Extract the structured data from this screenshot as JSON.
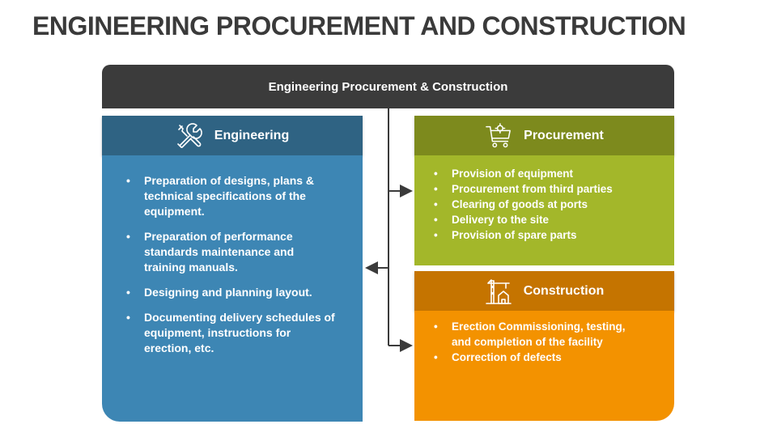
{
  "page": {
    "title": "ENGINEERING PROCUREMENT AND CONSTRUCTION"
  },
  "header": {
    "label": "Engineering Procurement & Construction"
  },
  "engineering": {
    "label": "Engineering",
    "icon": "tools-icon",
    "items": [
      "Preparation of designs, plans & technical specifications of the equipment.",
      "Preparation of performance standards maintenance and training manuals.",
      "Designing and planning layout.",
      "Documenting delivery schedules of equipment, instructions for erection, etc."
    ]
  },
  "procurement": {
    "label": "Procurement",
    "icon": "shopping-cart-gear-icon",
    "items": [
      "Provision of equipment",
      "Procurement from third parties",
      "Clearing of goods at ports",
      "Delivery to the site",
      "Provision of spare parts"
    ]
  },
  "construction": {
    "label": "Construction",
    "icon": "crane-building-icon",
    "items": [
      "Erection Commissioning, testing, and completion of the facility",
      "Correction of defects"
    ]
  },
  "colors": {
    "header": "#3b3b3b",
    "engineering_head": "#2f6383",
    "engineering_body": "#3d86b4",
    "procurement_head": "#7d8a1d",
    "procurement_body": "#a3b72a",
    "construction_head": "#c57400",
    "construction_body": "#f39200"
  }
}
